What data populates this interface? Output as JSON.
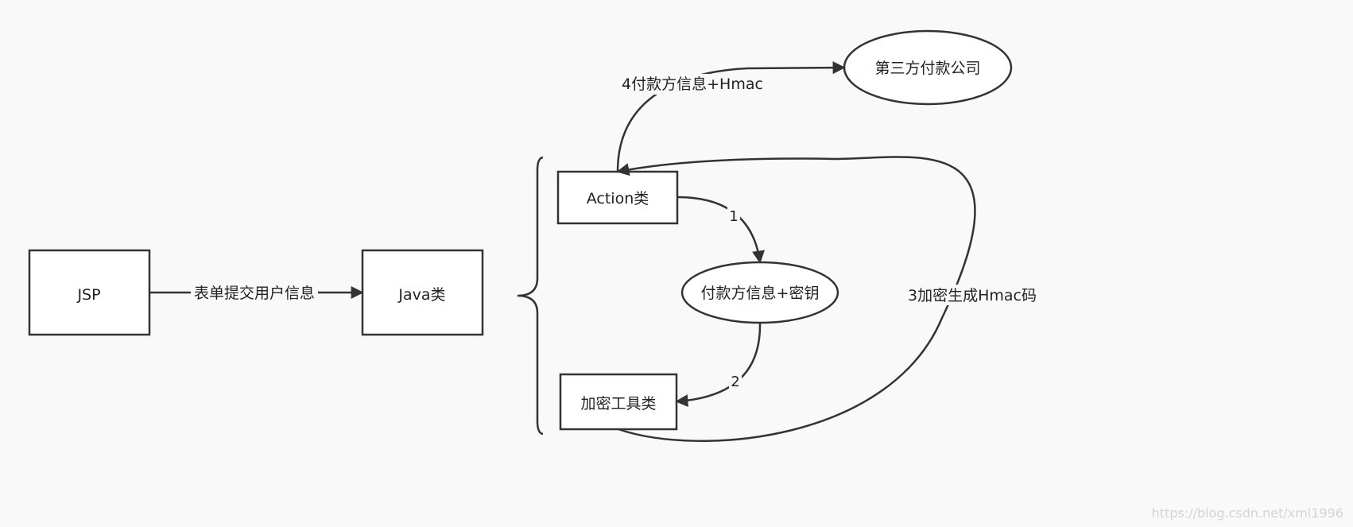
{
  "nodes": {
    "jsp": "JSP",
    "java_class": "Java类",
    "action_class": "Action类",
    "payer_info_key": "付款方信息+密钥",
    "encrypt_util": "加密工具类",
    "third_party": "第三方付款公司"
  },
  "edges": {
    "form_submit": "表单提交用户信息",
    "step1": "1",
    "step2": "2",
    "step3": "3加密生成Hmac码",
    "step4": "4付款方信息+Hmac"
  },
  "watermark": "https://blog.csdn.net/xml1996",
  "colors": {
    "background": "#f9f9f9",
    "stroke": "#333333",
    "text": "#222222"
  }
}
